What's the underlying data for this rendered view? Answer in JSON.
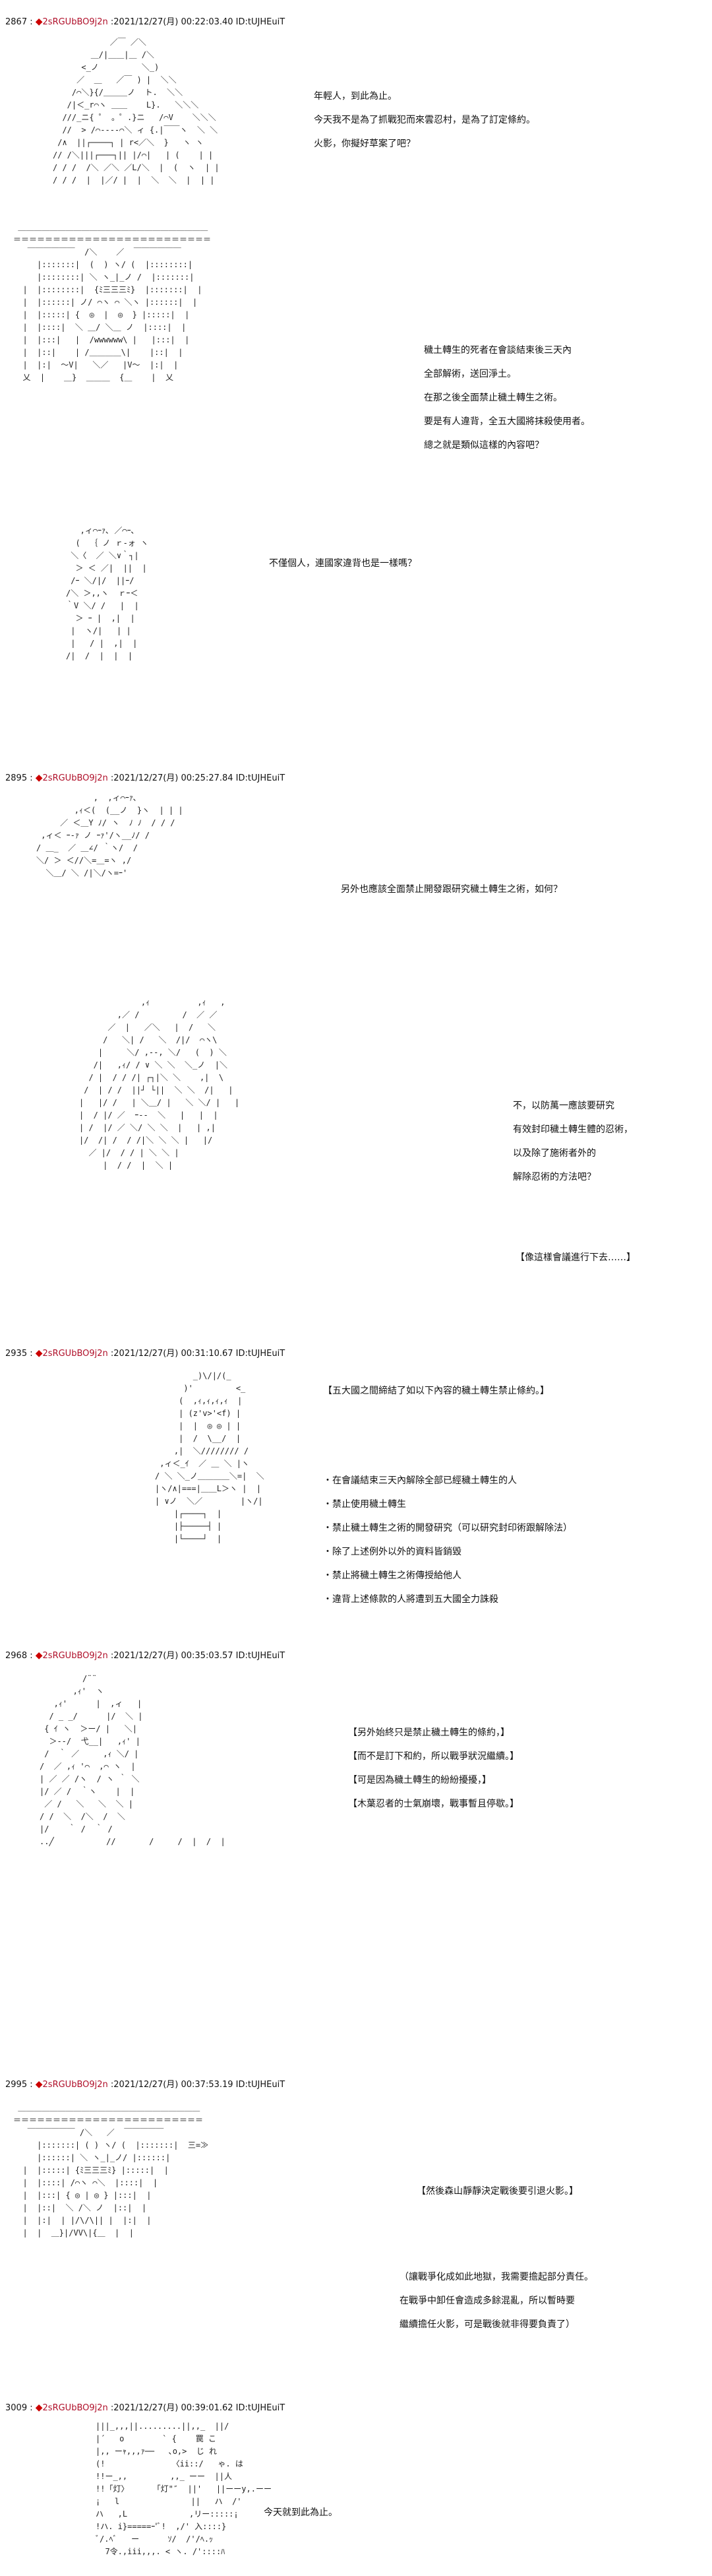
{
  "posts": [
    {
      "number": "2867",
      "trip": "2sRGUbBO9j2n",
      "datetime": ":2021/12/27(月) 00:22:03.40 ID:tUJHEuiT",
      "scenes": [
        {
          "dialog": [
            "年輕人，到此為止。",
            "今天我不是為了抓戰犯而來雲忍村，是為了訂定條約。",
            "火影，你擬好草案了吧？"
          ]
        },
        {
          "dialog": [
            "穢土轉生的死者在會談結束後三天內",
            "全部解術，送回淨土。",
            "在那之後全面禁止穢土轉生之術。",
            "要是有人違背，全五大國將抹殺使用者。",
            "總之就是類似這樣的內容吧？"
          ]
        },
        {
          "dialog": [
            "不僅個人，連國家違背也是一樣嗎？"
          ]
        }
      ]
    },
    {
      "number": "2895",
      "trip": "2sRGUbBO9j2n",
      "datetime": ":2021/12/27(月) 00:25:27.84 ID:tUJHEuiT",
      "scenes": [
        {
          "dialog": [
            "另外也應該全面禁止開發跟研究穢土轉生之術，如何？"
          ]
        },
        {
          "dialog": [
            "不，以防萬一應該要研究",
            "有效封印穢土轉生體的忍術，",
            "以及除了施術者外的",
            "解除忍術的方法吧？"
          ]
        },
        {
          "dialog": [
            "【像這樣會議進行下去……】"
          ]
        }
      ]
    },
    {
      "number": "2935",
      "trip": "2sRGUbBO9j2n",
      "datetime": ":2021/12/27(月) 00:31:10.67 ID:tUJHEuiT",
      "scenes": [
        {
          "heading": "【五大國之間締結了如以下內容的穢土轉生禁止條約。】",
          "dialog": [
            "・在會議結束三天內解除全部已經穢土轉生的人",
            "・禁止使用穢土轉生",
            "・禁止穢土轉生之術的開發研究（可以研究封印術跟解除法）",
            "・除了上述例外以外的資料皆銷毀",
            "・禁止將穢土轉生之術傳授給他人",
            "・違背上述條款的人將遭到五大國全力誅殺"
          ]
        }
      ]
    },
    {
      "number": "2968",
      "trip": "2sRGUbBO9j2n",
      "datetime": ":2021/12/27(月) 00:35:03.57 ID:tUJHEuiT",
      "scenes": [
        {
          "dialog": [
            "【另外始終只是禁止穢土轉生的條約，】",
            "【而不是訂下和約，所以戰爭狀況繼續。】",
            "【可是因為穢土轉生的紛紛擾擾，】",
            "【木葉忍者的士氣崩壞，戰事暫且停歇。】"
          ]
        }
      ]
    },
    {
      "number": "2995",
      "trip": "2sRGUbBO9j2n",
      "datetime": ":2021/12/27(月) 00:37:53.19 ID:tUJHEuiT",
      "scenes": [
        {
          "heading": "【然後森山靜靜決定戰後要引退火影。】",
          "dialog": [
            "（讓戰爭化成如此地獄，我需要擔起部分責任。",
            "在戰爭中卸任會造成多餘混亂，所以暫時要",
            "繼續擔任火影，可是戰後就非得要負責了）"
          ]
        }
      ]
    },
    {
      "number": "3009",
      "trip": "2sRGUbBO9j2n",
      "datetime": ":2021/12/27(月) 00:39:01.62 ID:tUJHEuiT",
      "scenes": [
        {
          "dialog": [
            "今天就到此為止。"
          ]
        }
      ]
    }
  ],
  "icons": {
    "trip_marker": "◆"
  },
  "aa": {
    "a1": "            ／￣ ／＼\n        ＿/|＿＿|＿ /＼\n      <_ノ         ＼_)\n     ／  ＿   ／￣ ) |  ＼＼\n    /⌒＼}{/＿＿＿ノ  ト.  ＼＼\n   /|＜_r⌒ヽ ＿＿    L}.   ＼＼＼\n  ///_ニ{ ゜ 。゜.}ニ   /⌒V    ＼＼＼\n  //  > /⌒----⌒＼ ィ {.|￣￣ヽ  ＼ ＼\n /∧  ||┌────┐ | r<／＼  }   ヽ ヽ\n// /＼|||┌───┐|| |/⌒|   | (    | |\n/ / /  /＼ ／＼ ／L/＼  |  (  ヽ  | |\n/ / /  |  |／/ |  |  ＼  ＼  |  | |",
    "a2": " ＿＿＿＿＿＿＿＿＿＿＿＿＿＿＿＿＿＿＿＿＿＿＿＿\n＝＝＝＝＝＝＝＝＝＝＝＝＝＝＝＝＝＝＝＝＝＝＝＝＝\n   ￣￣￣￣￣￣  /＼    ／  ￣￣￣￣￣￣\n     |:::::::|  (  ) ヽ/ (  |::::::::|\n     |::::::::| ＼ ヽ_|_ノ /  |:::::::|\n  |  |::::::::|  {ﾐ三三三ﾐ}  |:::::::|  |\n  |  |::::::| ノ/ ⌒ヽ ⌒ ＼ヽ |::::::|  |\n  |  |:::::| {  ◎  |  ◎  } |:::::|  |\n  |  |::::|  ＼ ＿/ ＼＿ ノ  |::::|  |\n  |  |:::|   |  /wwwwww\\ |   |:::|  |\n  |  |::|    | /＿＿＿＿\\|    |::|  |\n  |  |:|  ～V|   ＼／   |V～  |:|  |\n  乂  |    ＿}  ＿＿＿  {＿    |  乂",
    "a3": "   ,ィ⌒ｰｧ､ ／⌒ｰ､\n  (  ｛ ノ ｒ‐ォ ヽ\n ＼〈  ／ ＼∨｀┐|\n  ＞ ＜ ／|  ||  |\n /ｰ ＼/|/  ||ｰ/\n/＼ ＞,,ヽ  ｒｰ＜\n｀V ＼/ /   |  |\n  ＞ ｰ |  ,|  |\n |  ヽ/|   | |\n |   / |  ,|  |\n/|  /  |  |  |",
    "a4": "            ,  ,ィ⌒ｰｧ､\n        ,ｨ＜(  (__ノ  }ヽ  | | |\n     ／ ＜＿Y ﾉ/ ヽ  ﾉ ﾉ  / / /\n ,ィ＜ ｰ‐ｧ ノ ｰｧ'/ヽ__ﾉ/ /\n/ ＿_  ／ ＿∠/ ｀ヽ/  /\n＼/ ＞ ＜//＼=＿=ヽ ,/\n  ＼＿/ ＼ /|＼/ヽ=ｰ'",
    "a5": "             ,ｨ          ,ｨ   ,\n        ,／ /         /  ／ ／\n      ／  |   ／＼   |  /   ＼\n     /   ＼| /   ＼  /|/  ⌒ヽ\\\n    |     ＼/ ,--, ＼/   (  ) ＼\n   /|   ,ｨ/ / ∨ ＼ ＼  ＼_ノ  |＼\n  / |  / / /| ┌┐|＼ ＼    ,|  \\\n /  | / /  ||┘ └||  ＼ ＼  /|   |\n|   |/ /   | ＼＿/ |   ＼ ＼/ |   |\n|  / |/ ／  ｰ‐‐  ＼   |   |  |\n| /  |/ ／ ＼/ ＼ ＼  |   | ,|\n|/  /| /  / /|＼ ＼ ＼ |   |/\n  ／ |/  / / | ＼ ＼ |\n     |  / /  |  ＼ |",
    "a6": "        _)\\/|/(_\n      )'         <_\n     (  ,ｨ,ｨ,ｨ,ｨ  |\n     | (z'v>'<f) |\n     |  |  ◎ ◎ | |\n     |  /  \\__/  |\n    ,|  ＼//////// /\n ,ィ＜_ｲ  ／ ＿ ＼ |ヽ\n/ ＼ ＼_ノ＿＿＿＿＼=|  ＼\n|ヽ/∧|===|＿＿L＞ヽ |  |\n| ∨ノ  ＼／        |ヽ/|\n    |┌────┐  |\n    |├─────┤ |\n    |└────┘  |",
    "a7": "         /¨¨\n       ,ｨ'  ヽ\n   ,ｨ'      |  ,ィ   |\n  / _ _/      |/  ＼ |\n { ｲ ヽ  ＞ー/ |   ＼|\n  ＞--/  弋__|   ,ｨ' |\n /  ｀ ／     ,ｨ ＼/ |\n/  ／ ,ｨ '⌒  ,⌒ ヽ  |\n| ／ ／ /ヽ  / ヽ ｀ ＼\n|/ ／ /  ｀ヽ    |  |\n ／ /   ＼   ＼  ＼ |\n/ /  ＼  /＼  /  ＼\n|/    ｀ /  ｀ /\n..╱           //       /     /  |  /  |",
    "a8": " ＿＿＿＿＿＿＿＿＿＿＿＿＿＿＿＿＿＿＿＿＿＿＿\n＝＝＝＝＝＝＝＝＝＝＝＝＝＝＝＝＝＝＝＝＝＝＝＝\n   ￣￣￣￣￣￣ /＼   ／  ￣￣￣￣￣\n     |:::::::| ( ) ヽ/ (  |:::::::|  三=≫\n     |::::::| ＼ ヽ_|_ノ/ |::::::|\n  |  |:::::| {ﾐ三三三ﾐ} |:::::|  |\n  |  |::::| /⌒ヽ ⌒＼  |::::|  |\n  |  |:::| { ◎ | ◎ } |:::|  |\n  |  |::|  ＼ /＼ ノ  |::|  |\n  |  |:|  | |/\\/\\|| |  |:|  |\n  |  |  ＿}|/VV\\|{＿  |  |",
    "a9": "|||_,,,||.........||,,_  ||/\n|´   o        ` {    罠 こ\n|,, ーｬ,,,ｧ──   ､o,>  じ れ\n(!              〈ii::/   ゃ. は\n!!ー_,,         ,,_ ーー  ||人\n!!「灯〉     「灯\"″  ||'   ||ーーy,.ーー\n¡   l               ||   ハ  /'\nハ   ,L             ,リー:::::¡\n!ハ. i}=====ｰ'ﾞ!  ,/' 入::::}\nﾞ/.ﾍﾞ   ー      ｿ/  /'/ﾍ.ｯ\n  7令.,iii,,,. < ヽ. /'::::ﾊ"
  }
}
